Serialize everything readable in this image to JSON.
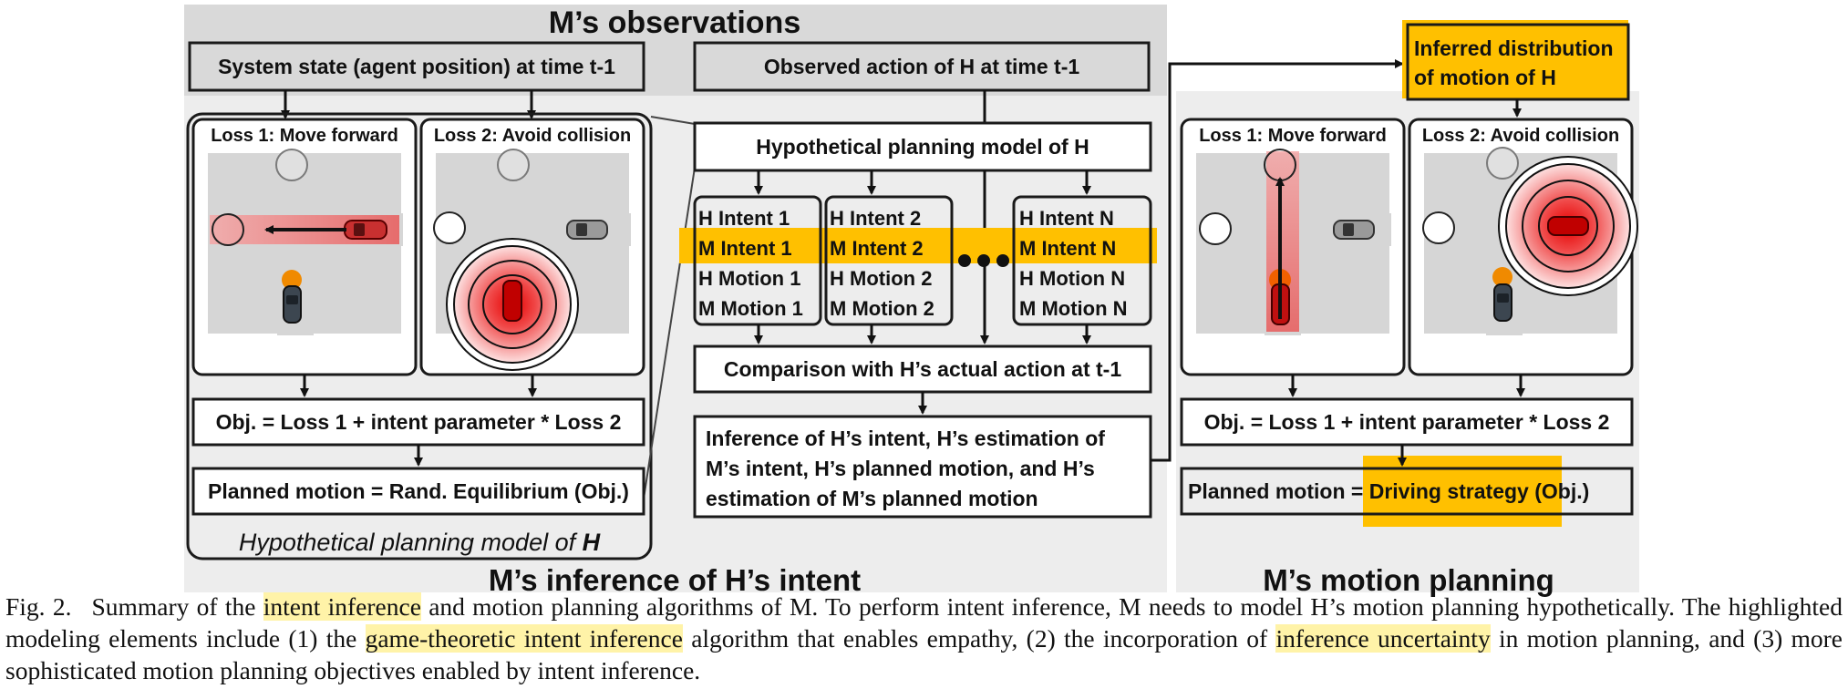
{
  "observations": {
    "title": "M’s observations",
    "system_state": "System state (agent position) at time t-1",
    "observed_action": "Observed action of H at time t-1"
  },
  "left_panel": {
    "loss1": "Loss 1: Move forward",
    "loss2": "Loss 2: Avoid collision",
    "objective": "Obj. = Loss 1 + intent parameter * Loss 2",
    "planned_motion": "Planned motion = Rand. Equilibrium (Obj.)",
    "hyp_label_prefix": "Hypothetical planning model of ",
    "hyp_label_agent": "H"
  },
  "middle": {
    "hyp_model": "Hypothetical planning model of H",
    "intent_columns": [
      {
        "h_intent": "H Intent 1",
        "m_intent": "M Intent 1",
        "h_motion": "H Motion 1",
        "m_motion": "M Motion 1"
      },
      {
        "h_intent": "H Intent 2",
        "m_intent": "M Intent 2",
        "h_motion": "H Motion 2",
        "m_motion": "M Motion 2"
      },
      {
        "h_intent": "H Intent N",
        "m_intent": "M Intent N",
        "h_motion": "H Motion N",
        "m_motion": "M Motion N"
      }
    ],
    "comparison": "Comparison with H’s actual action at t-1",
    "inference_lines": [
      "Inference of H’s intent, H’s estimation of",
      "M’s intent, H’s planned motion, and H’s",
      "estimation of M’s planned motion"
    ],
    "section_title": "M’s inference of H’s intent"
  },
  "right_panel": {
    "inferred_lines": [
      "Inferred distribution",
      "of motion of H"
    ],
    "loss1": "Loss 1: Move forward",
    "loss2": "Loss 2: Avoid collision",
    "objective": "Obj. = Loss 1 + intent parameter * Loss 2",
    "planned_motion_prefix": "Planned motion = ",
    "planned_motion_highlight": "Driving strategy (Obj.)",
    "section_title": "M’s motion planning"
  },
  "colors": {
    "highlight": "#ffc000",
    "caption_highlight": "#fff3a8",
    "panel_bg": "#ededed",
    "header_bg": "#d9d9d9"
  },
  "caption": {
    "lead": "Fig. 2.",
    "segments": [
      {
        "text": "Summary of the ",
        "hl": false
      },
      {
        "text": "intent inference",
        "hl": true
      },
      {
        "text": " and motion planning algorithms of M. To perform intent inference, M needs to model H’s motion planning hypothetically. The highlighted modeling elements include (1) the ",
        "hl": false
      },
      {
        "text": "game-theoretic intent inference",
        "hl": true
      },
      {
        "text": " algorithm that enables empathy, (2) the incorporation of ",
        "hl": false
      },
      {
        "text": "inference uncertainty",
        "hl": true
      },
      {
        "text": " in motion planning, and (3) more sophisticated motion planning objectives enabled by intent inference.",
        "hl": false
      }
    ]
  }
}
